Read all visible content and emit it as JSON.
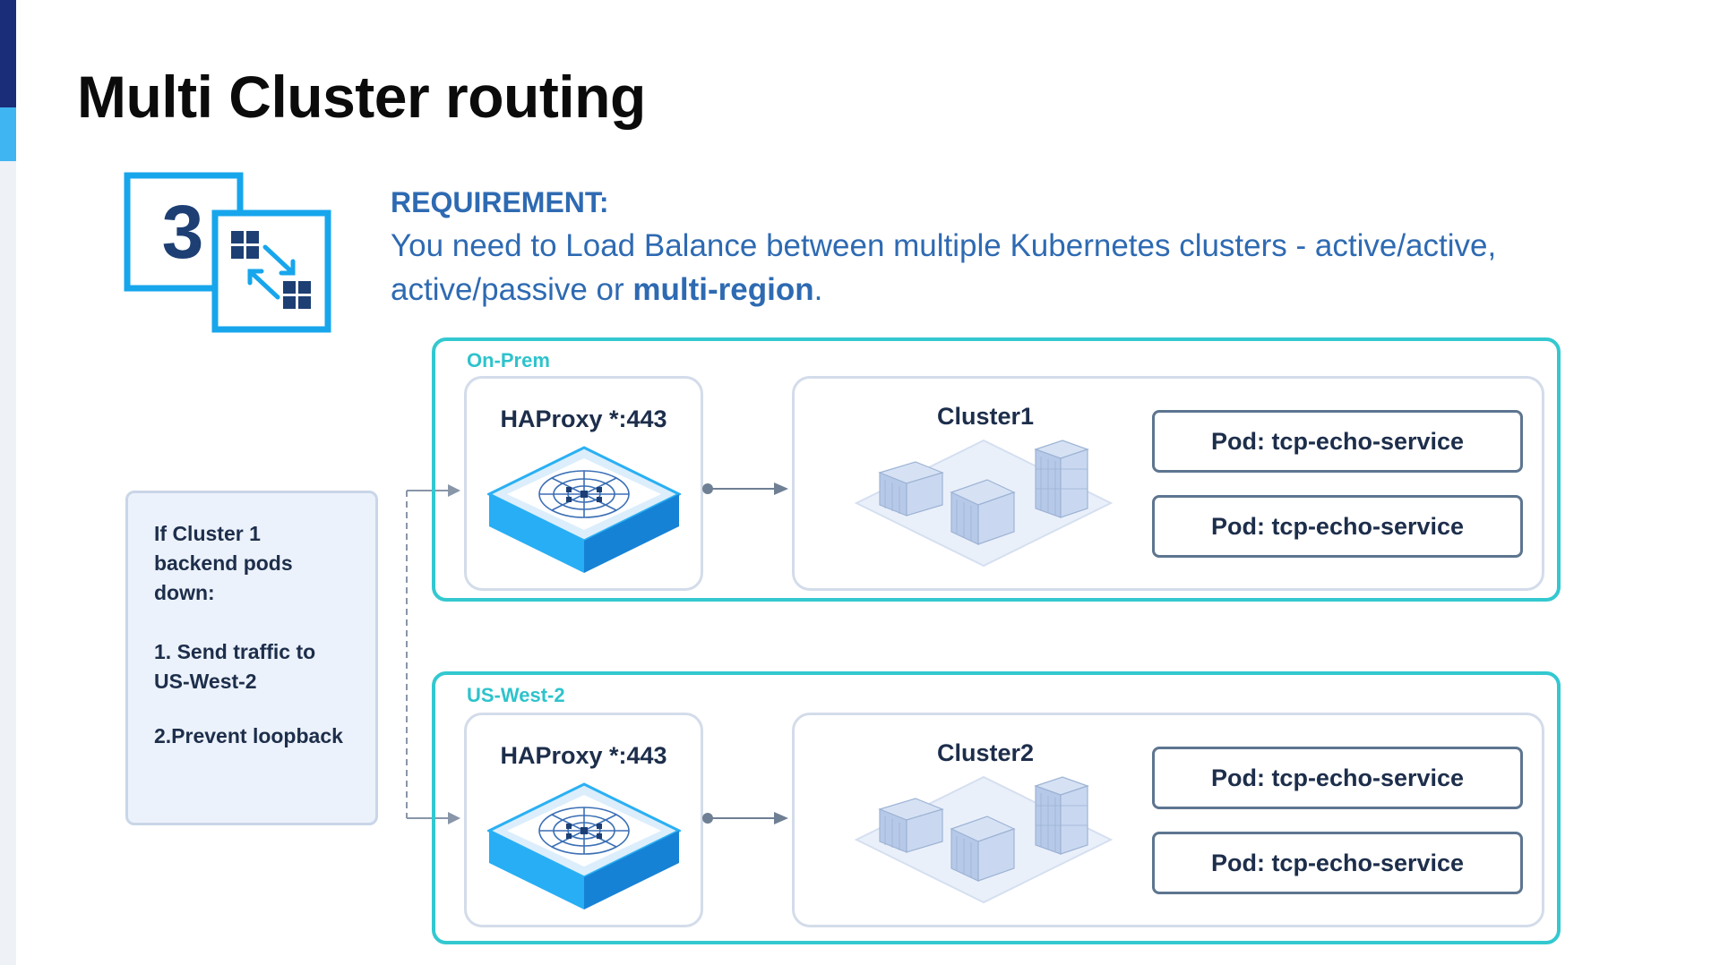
{
  "title": "Multi Cluster routing",
  "requirement": {
    "icon_number": "3",
    "heading": "REQUIREMENT:",
    "text_part1": "You need to Load Balance between multiple Kubernetes clusters - active/active, active/passive or ",
    "text_bold": "multi-region",
    "text_part2": "."
  },
  "note": {
    "line1": "If Cluster 1\nbackend pods\ndown:",
    "line2": "1. Send traffic to\nUS-West-2",
    "line3": "2.Prevent loopback"
  },
  "regions": [
    {
      "label": "On-Prem",
      "proxy_title": "HAProxy *:443",
      "cluster_title": "Cluster1",
      "pods": [
        "Pod: tcp-echo-service",
        "Pod: tcp-echo-service"
      ]
    },
    {
      "label": "US-West-2",
      "proxy_title": "HAProxy *:443",
      "cluster_title": "Cluster2",
      "pods": [
        "Pod: tcp-echo-service",
        "Pod: tcp-echo-service"
      ]
    }
  ],
  "colors": {
    "region_border": "#33c8d0",
    "requirement_text": "#2e6ab2",
    "icon_blue": "#17a6ec",
    "icon_dark": "#1d3f73"
  },
  "icons": [
    "load-balance-icon",
    "haproxy-icon",
    "containers-icon",
    "arrow-icon"
  ]
}
